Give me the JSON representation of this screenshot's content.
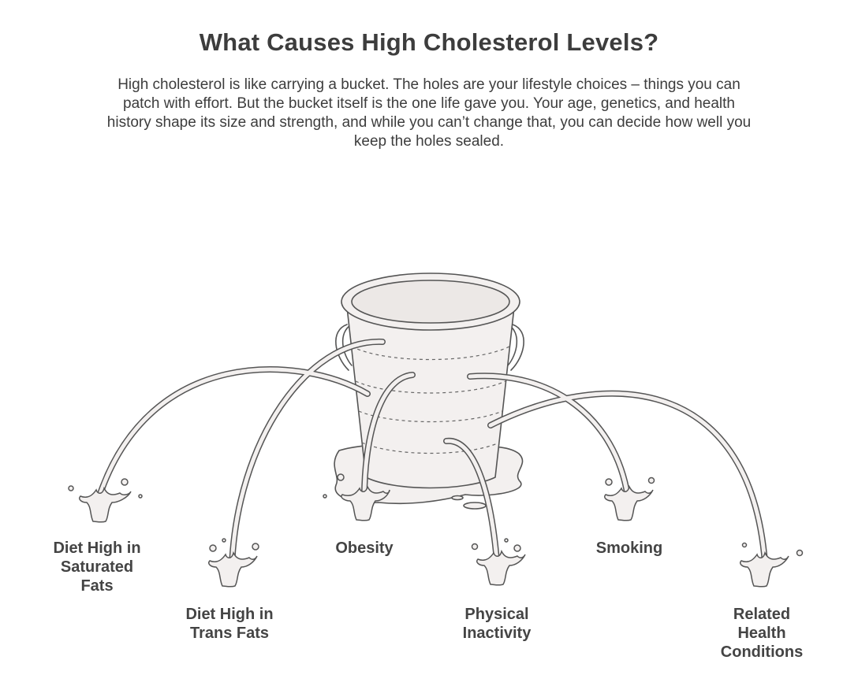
{
  "title": "What Causes High Cholesterol Levels?",
  "intro": "High cholesterol is like carrying a bucket. The holes are your lifestyle choices – things you can patch with effort. But the bucket itself is the one life gave you. Your age, genetics, and health history shape its size and strength, and while you can’t change that, you can decide how well you keep the holes sealed.",
  "causes": [
    {
      "line1": "Diet High in",
      "line2": "Saturated",
      "line3": "Fats"
    },
    {
      "line1": "Diet High in",
      "line2": "Trans Fats"
    },
    {
      "line1": "Obesity"
    },
    {
      "line1": "Physical",
      "line2": "Inactivity"
    },
    {
      "line1": "Smoking"
    },
    {
      "line1": "Related",
      "line2": "Health",
      "line3": "Conditions"
    }
  ]
}
